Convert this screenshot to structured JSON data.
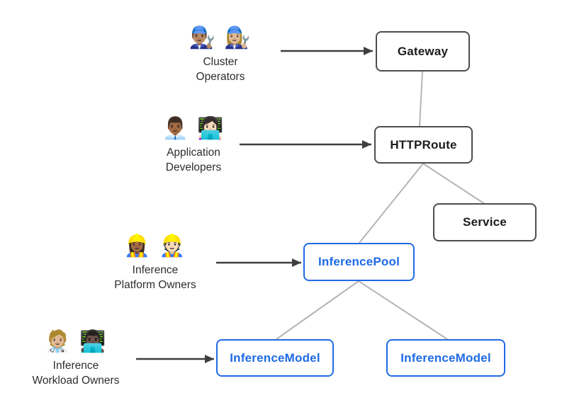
{
  "diagram": {
    "kind": "resource-model",
    "background": "#ffffff"
  },
  "personas": [
    {
      "id": "cluster-operators",
      "emojis": "👨🏽‍🔧 👩🏼‍🔧",
      "line1": "Cluster",
      "line2": "Operators",
      "icon_meaning": "mechanics-emoji-pair"
    },
    {
      "id": "application-developers",
      "emojis": "👨🏾‍💼 👩🏻‍💻",
      "line1": "Application",
      "line2": "Developers",
      "icon_meaning": "office-worker-and-technologist-emoji-pair"
    },
    {
      "id": "inference-platform-owners",
      "emojis": "👷🏾‍♀️ 👷🏻",
      "line1": "Inference",
      "line2": "Platform Owners",
      "icon_meaning": "construction-workers-emoji-pair"
    },
    {
      "id": "inference-workload-owners",
      "emojis": "🧑🏼‍⚕️ 👨🏿‍💻",
      "line1": "Inference",
      "line2": "Workload Owners",
      "icon_meaning": "health-worker-and-technologist-emoji-pair"
    }
  ],
  "nodes": [
    {
      "id": "gateway",
      "label": "Gateway",
      "style": "core"
    },
    {
      "id": "httproute",
      "label": "HTTPRoute",
      "style": "core"
    },
    {
      "id": "service",
      "label": "Service",
      "style": "core"
    },
    {
      "id": "inferencepool",
      "label": "InferencePool",
      "style": "extension"
    },
    {
      "id": "inferencemodel-1",
      "label": "InferenceModel",
      "style": "extension"
    },
    {
      "id": "inferencemodel-2",
      "label": "InferenceModel",
      "style": "extension"
    }
  ],
  "edges": [
    {
      "from": "gateway",
      "to": "httproute",
      "type": "association"
    },
    {
      "from": "httproute",
      "to": "inferencepool",
      "type": "association"
    },
    {
      "from": "httproute",
      "to": "service",
      "type": "association"
    },
    {
      "from": "inferencepool",
      "to": "inferencemodel-1",
      "type": "association"
    },
    {
      "from": "inferencepool",
      "to": "inferencemodel-2",
      "type": "association"
    }
  ],
  "arrows": [
    {
      "from": "cluster-operators",
      "to": "gateway"
    },
    {
      "from": "application-developers",
      "to": "httproute"
    },
    {
      "from": "inference-platform-owners",
      "to": "inferencepool"
    },
    {
      "from": "inference-workload-owners",
      "to": "inferencemodel-1"
    }
  ],
  "colors": {
    "core_border": "#4d4d4d",
    "core_text": "#1c1c1c",
    "extension_blue": "#1f6ae5",
    "connector_gray": "#b5b5b5",
    "arrow_dark": "#3f3f3f",
    "label_text": "#2e2e2e"
  }
}
